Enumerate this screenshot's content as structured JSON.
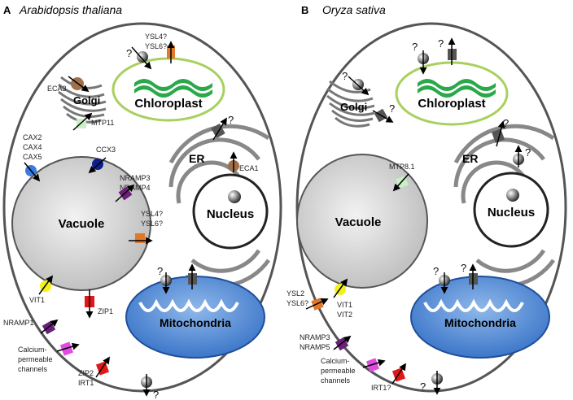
{
  "panels": [
    {
      "letter": "A",
      "species": "Arabidopsis thaliana",
      "organelles": {
        "golgi": "Golgi",
        "chloroplast": "Chloroplast",
        "er": "ER",
        "nucleus": "Nucleus",
        "vacuole": "Vacuole",
        "mitochondria": "Mitochondria"
      },
      "transporters": {
        "ysl_chloro_1": "YSL4?",
        "ysl_chloro_2": "YSL6?",
        "eca3": "ECA3",
        "mtp11": "MTP11",
        "cax2": "CAX2",
        "cax4": "CAX4",
        "cax5": "CAX5",
        "ccx3": "CCX3",
        "nramp3": "NRAMP3",
        "nramp4": "NRAMP4",
        "ysl_vac_1": "YSL4?",
        "ysl_vac_2": "YSL6?",
        "eca1": "ECA1",
        "vit1": "VIT1",
        "zip1": "ZIP1",
        "nramp1": "NRAMP1",
        "calcium_1": "Calcium-",
        "calcium_2": "permeable",
        "calcium_3": "channels",
        "zip2": "ZIP2",
        "irt1": "IRT1"
      },
      "question": "?"
    },
    {
      "letter": "B",
      "species": "Oryza sativa",
      "organelles": {
        "golgi": "Golgi",
        "chloroplast": "Chloroplast",
        "er": "ER",
        "nucleus": "Nucleus",
        "vacuole": "Vacuole",
        "mitochondria": "Mitochondria"
      },
      "transporters": {
        "mtp81": "MTP8.1",
        "ysl2": "YSL2",
        "ysl6": "YSL6?",
        "vit1": "VIT1",
        "vit2": "VIT2",
        "nramp3": "NRAMP3",
        "nramp5": "NRAMP5",
        "calcium_1": "Calcium-",
        "calcium_2": "permeable",
        "calcium_3": "channels",
        "irt1": "IRT1?"
      },
      "question": "?"
    }
  ],
  "colors": {
    "orange": "#e07b2c",
    "brown": "#a0704a",
    "light_green": "#c9f0c4",
    "blue": "#3a7be0",
    "navy": "#0c1f8a",
    "purple": "#6a1f7a",
    "orange_sq": "#e0782a",
    "yellow": "#f2f21a",
    "red": "#e01818",
    "magenta": "#e04ce0",
    "mito_blue": "#3f7fce",
    "chloro_green": "#2aa84a",
    "grey": "#888888"
  }
}
